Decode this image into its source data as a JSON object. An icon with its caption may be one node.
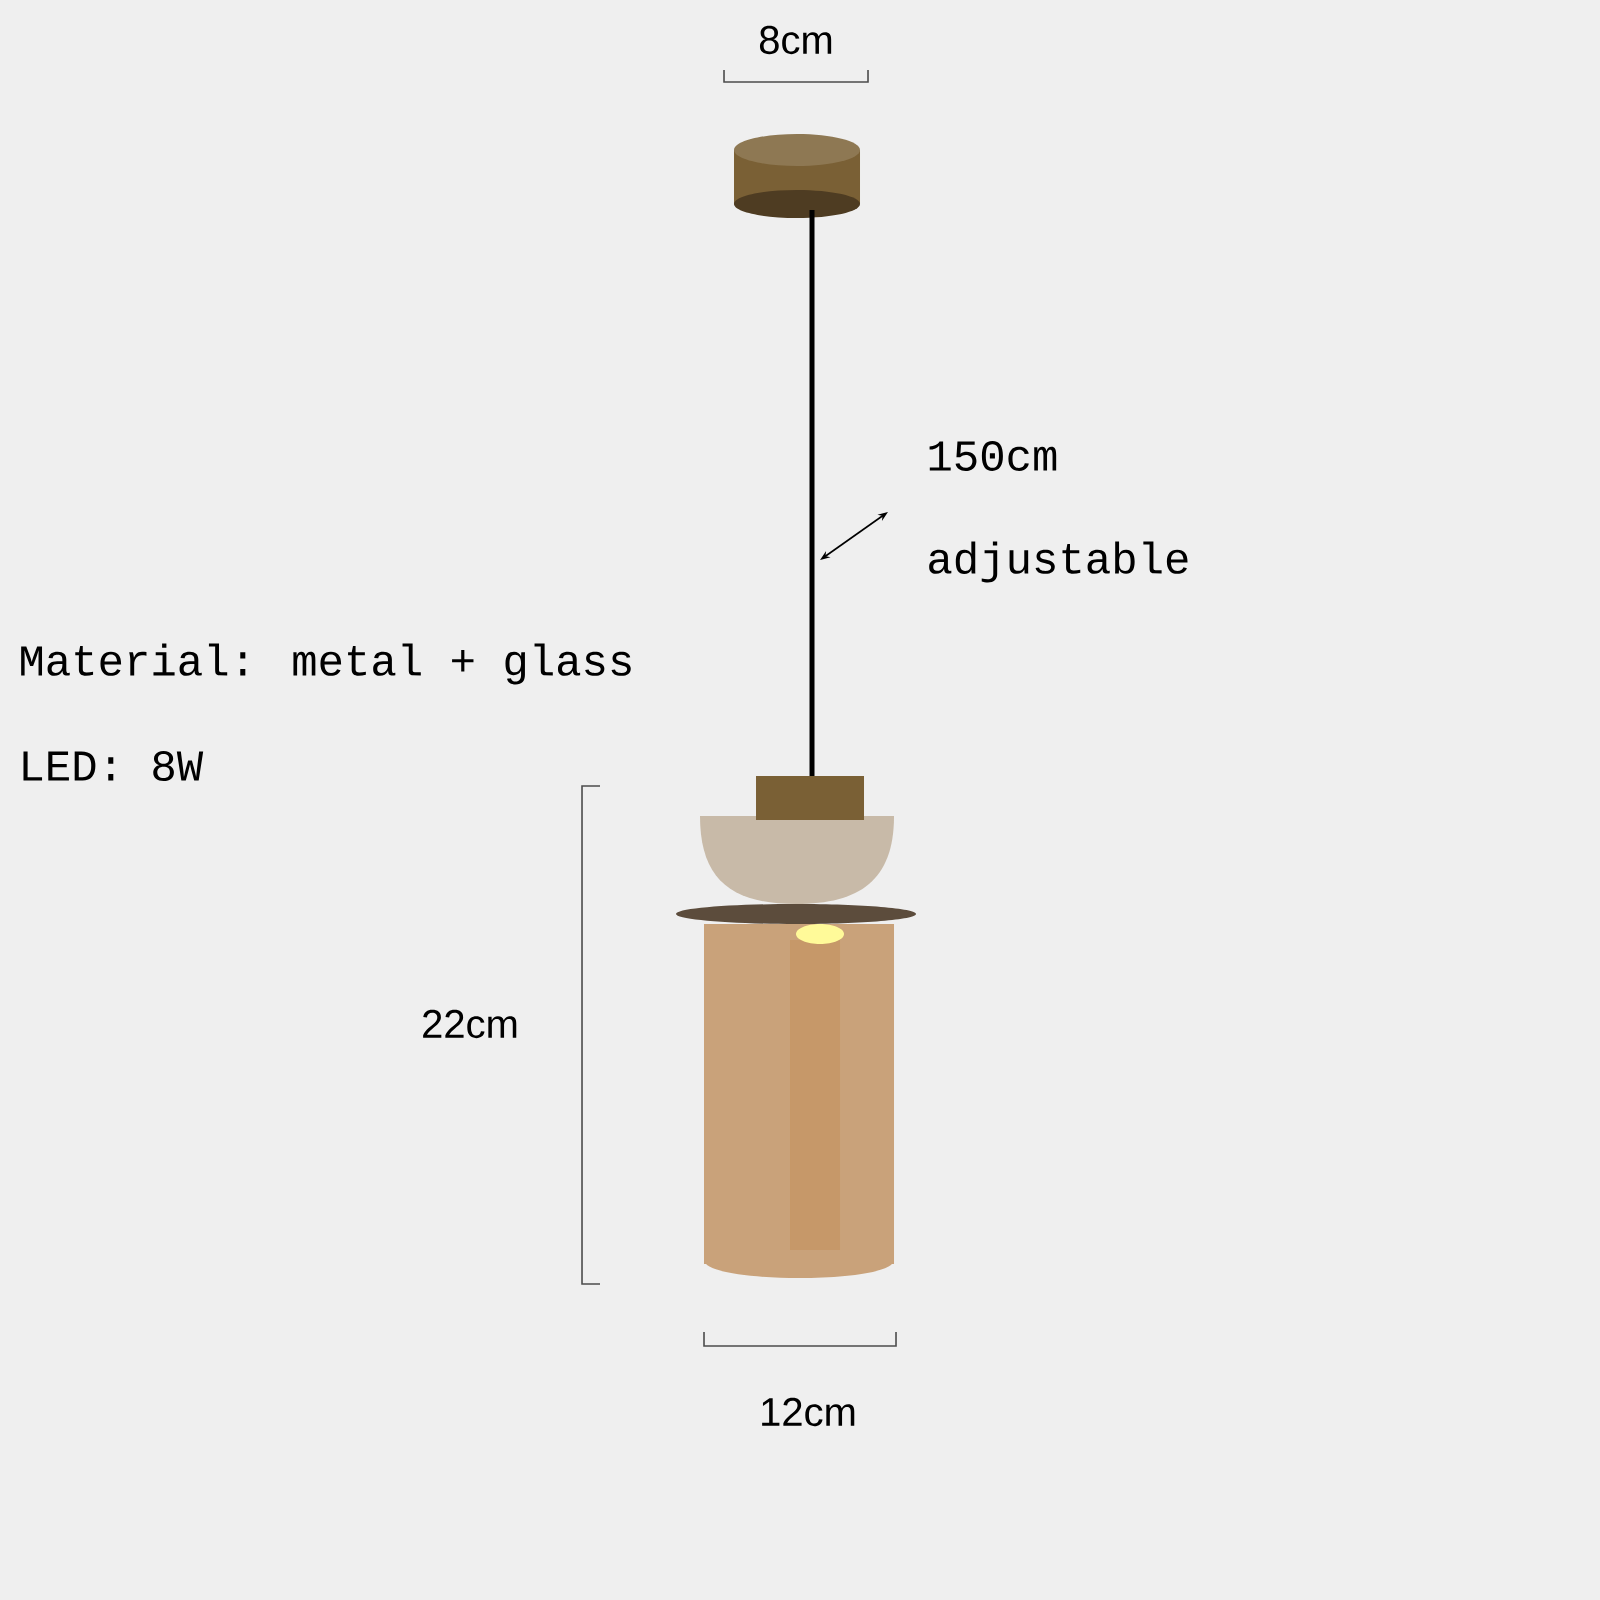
{
  "diagram": {
    "labels": [
      "8cm",
      "150cm",
      "adjustable",
      "Material: metal + glass",
      "LED: 8W",
      "22cm",
      "12cm"
    ]
  }
}
